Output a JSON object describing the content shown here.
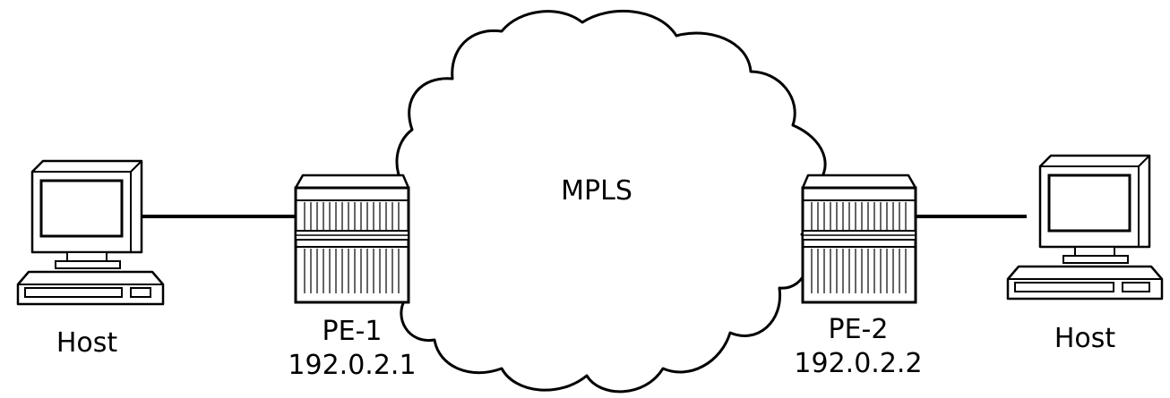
{
  "diagram": {
    "cloud_label": "MPLS",
    "nodes": {
      "host_left": {
        "label": "Host"
      },
      "pe1": {
        "name": "PE-1",
        "address": "192.0.2.1"
      },
      "pe2": {
        "name": "PE-2",
        "address": "192.0.2.2"
      },
      "host_right": {
        "label": "Host"
      }
    }
  }
}
